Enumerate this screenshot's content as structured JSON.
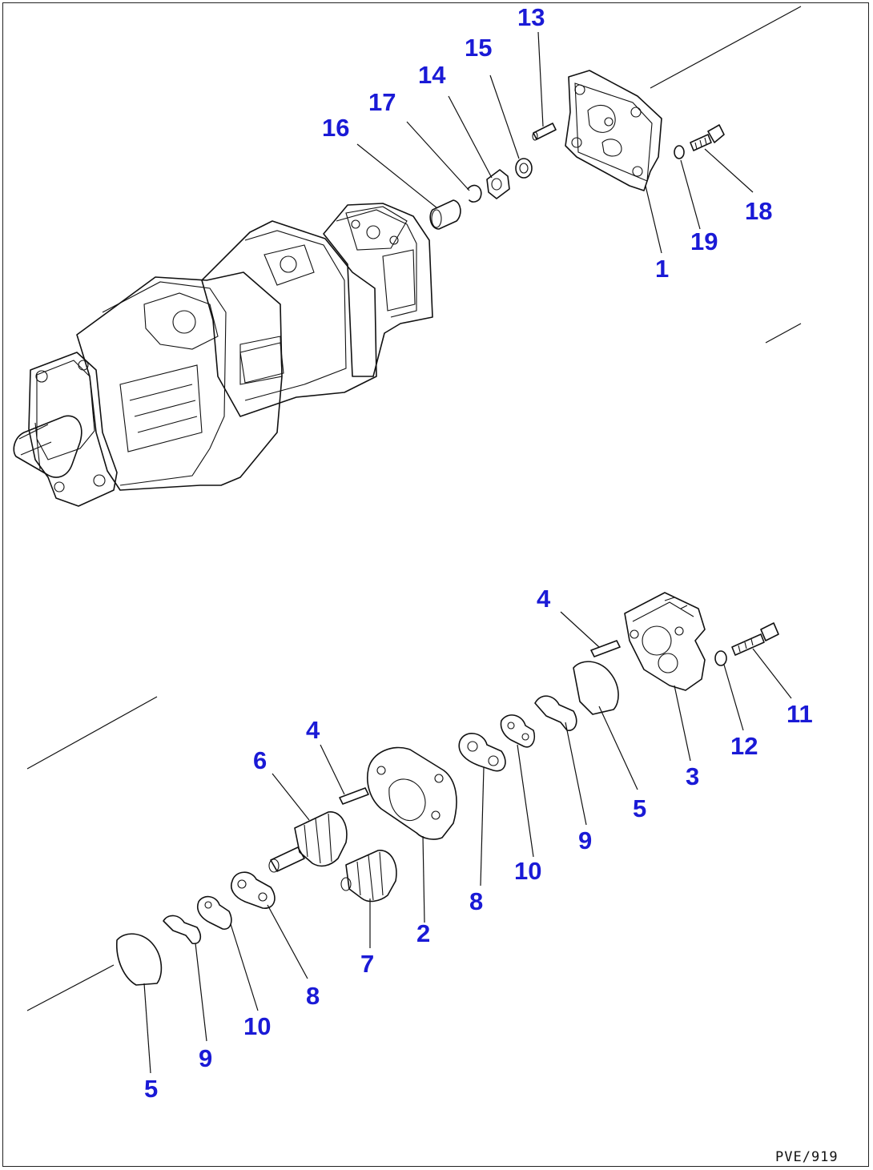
{
  "drawing_code": "PVE/919",
  "callouts": {
    "c1": "1",
    "c2": "2",
    "c3": "3",
    "c4a": "4",
    "c4b": "4",
    "c5a": "5",
    "c5b": "5",
    "c6": "6",
    "c7": "7",
    "c8a": "8",
    "c8b": "8",
    "c9a": "9",
    "c9b": "9",
    "c10a": "10",
    "c10b": "10",
    "c11": "11",
    "c12": "12",
    "c13": "13",
    "c14": "14",
    "c15": "15",
    "c16": "16",
    "c17": "17",
    "c18": "18",
    "c19": "19"
  },
  "colors": {
    "callout": "#1a1ad6",
    "ink": "#111111",
    "background": "#ffffff"
  }
}
